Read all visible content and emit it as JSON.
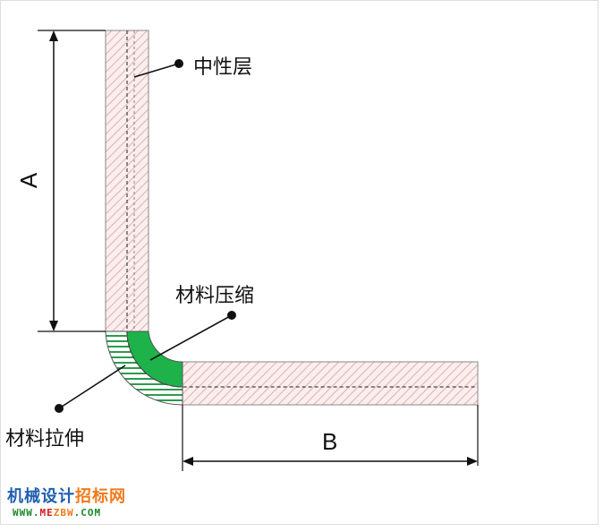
{
  "labels": {
    "neutral_layer": "中性层",
    "compression": "材料压缩",
    "tension": "材料拉伸",
    "dim_a": "A",
    "dim_b": "B"
  },
  "watermark": {
    "name_part1": "机械设计",
    "name_part2": "招标网",
    "url_www": "WWW.",
    "url_me": "ME",
    "url_zbw": "ZBW",
    "url_com": ".COM"
  },
  "colors": {
    "hatch": "#d9a0a0",
    "compression_fill": "#1db34a",
    "tension_fill": "#2c9c4c",
    "outline": "#555555"
  }
}
